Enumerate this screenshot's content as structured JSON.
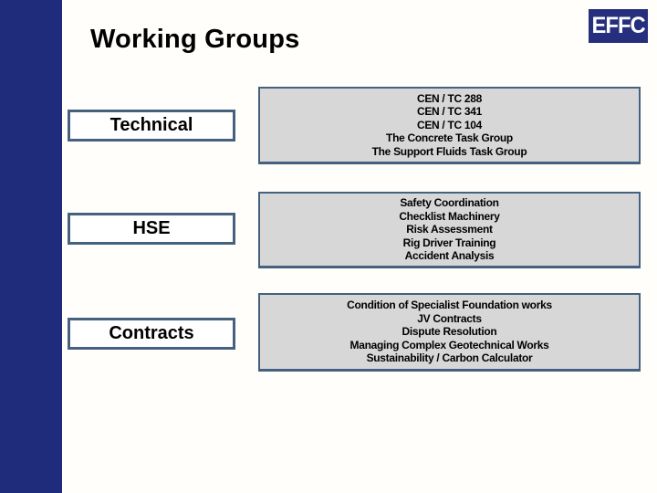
{
  "slide": {
    "title": "Working Groups",
    "logo_text": "EFFC"
  },
  "colors": {
    "accent_bar_blue": "#1f2c7c",
    "logo_background": "#252f7e",
    "logo_letters": "#ffffff",
    "box_border": "#446180",
    "content_box_fill": "#d7d7d7",
    "label_box_fill": "#ffffff",
    "text": "#000000",
    "background": "#fffefa"
  },
  "groups": [
    {
      "label": "Technical",
      "items": [
        "CEN / TC 288",
        "CEN / TC 341",
        "CEN / TC 104",
        "The Concrete Task Group",
        "The Support Fluids Task Group"
      ]
    },
    {
      "label": "HSE",
      "items": [
        "Safety Coordination",
        "Checklist Machinery",
        "Risk Assessment",
        "Rig Driver Training",
        "Accident Analysis"
      ]
    },
    {
      "label": "Contracts",
      "items": [
        "Condition of Specialist Foundation works",
        "JV Contracts",
        "Dispute Resolution",
        "Managing Complex Geotechnical Works",
        "Sustainability / Carbon Calculator"
      ]
    }
  ]
}
